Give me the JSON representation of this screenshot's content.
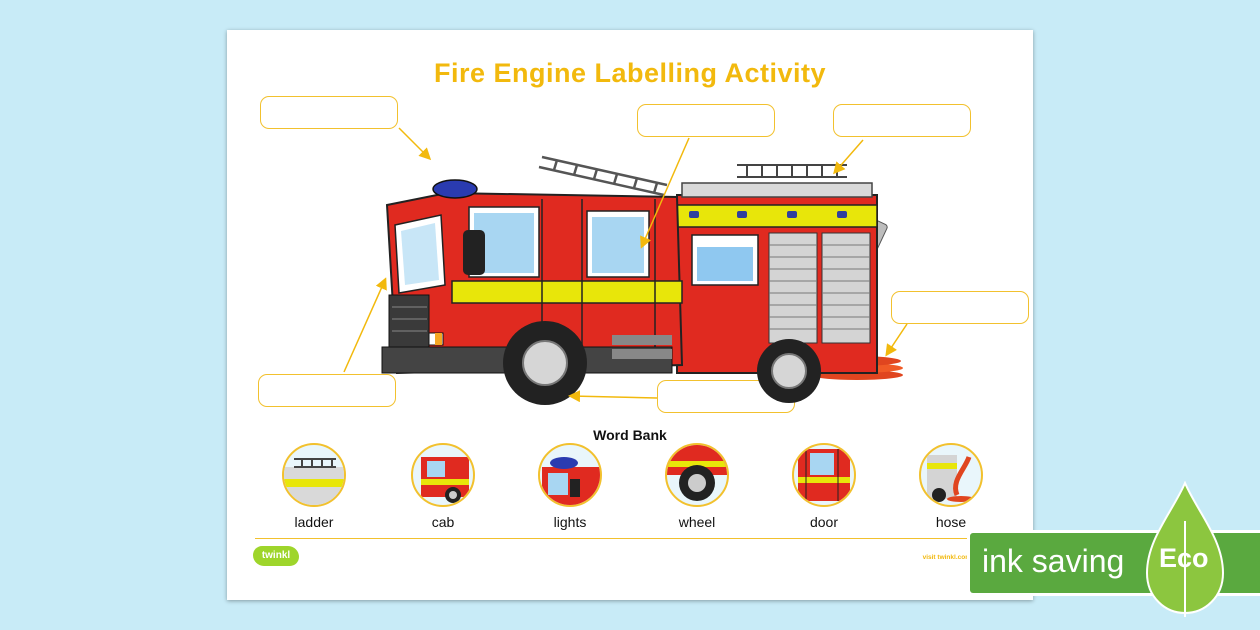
{
  "worksheet": {
    "title": "Fire Engine Labelling Activity",
    "word_bank_title": "Word Bank",
    "words": [
      "ladder",
      "cab",
      "lights",
      "wheel",
      "door",
      "hose"
    ],
    "logo_text": "twinkl",
    "footer_link": "visit twinkl.com"
  },
  "badge": {
    "ink_text": "ink saving",
    "eco_text": "Eco"
  },
  "colors": {
    "title": "#f2b90d",
    "box_border": "#f2c12e",
    "truck_red": "#e02a20",
    "truck_yellow": "#e8e60a",
    "background": "#c8ebf7",
    "badge_green": "#5aa93f"
  }
}
